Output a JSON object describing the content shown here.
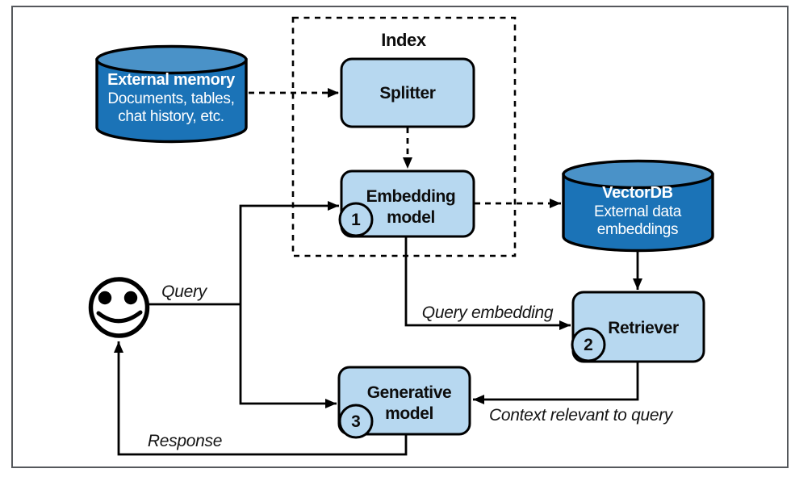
{
  "colors": {
    "cylinder_fill": "#1b73b7",
    "cylinder_top": "#4a92c8",
    "box_fill": "#b7d8f0",
    "stroke": "#000000",
    "frame": "#55585c",
    "text_light": "#ffffff",
    "text_dark": "#0d0d0d"
  },
  "icons": {
    "user": "smiley-face-icon",
    "external_memory": "database-cylinder-icon",
    "vectordb": "database-cylinder-icon"
  },
  "nodes": {
    "external_memory": {
      "title": "External memory",
      "subtitle1": "Documents, tables,",
      "subtitle2": "chat history, etc."
    },
    "index": {
      "label": "Index"
    },
    "splitter": {
      "label": "Splitter"
    },
    "embedding_model": {
      "label1": "Embedding",
      "label2": "model",
      "step": "1"
    },
    "vectordb": {
      "title": "VectorDB",
      "subtitle1": "External data",
      "subtitle2": "embeddings"
    },
    "retriever": {
      "label": "Retriever",
      "step": "2"
    },
    "generative_model": {
      "label1": "Generative",
      "label2": "model",
      "step": "3"
    }
  },
  "edge_labels": {
    "query": "Query",
    "query_embedding": "Query embedding",
    "context": "Context relevant to query",
    "response": "Response"
  }
}
